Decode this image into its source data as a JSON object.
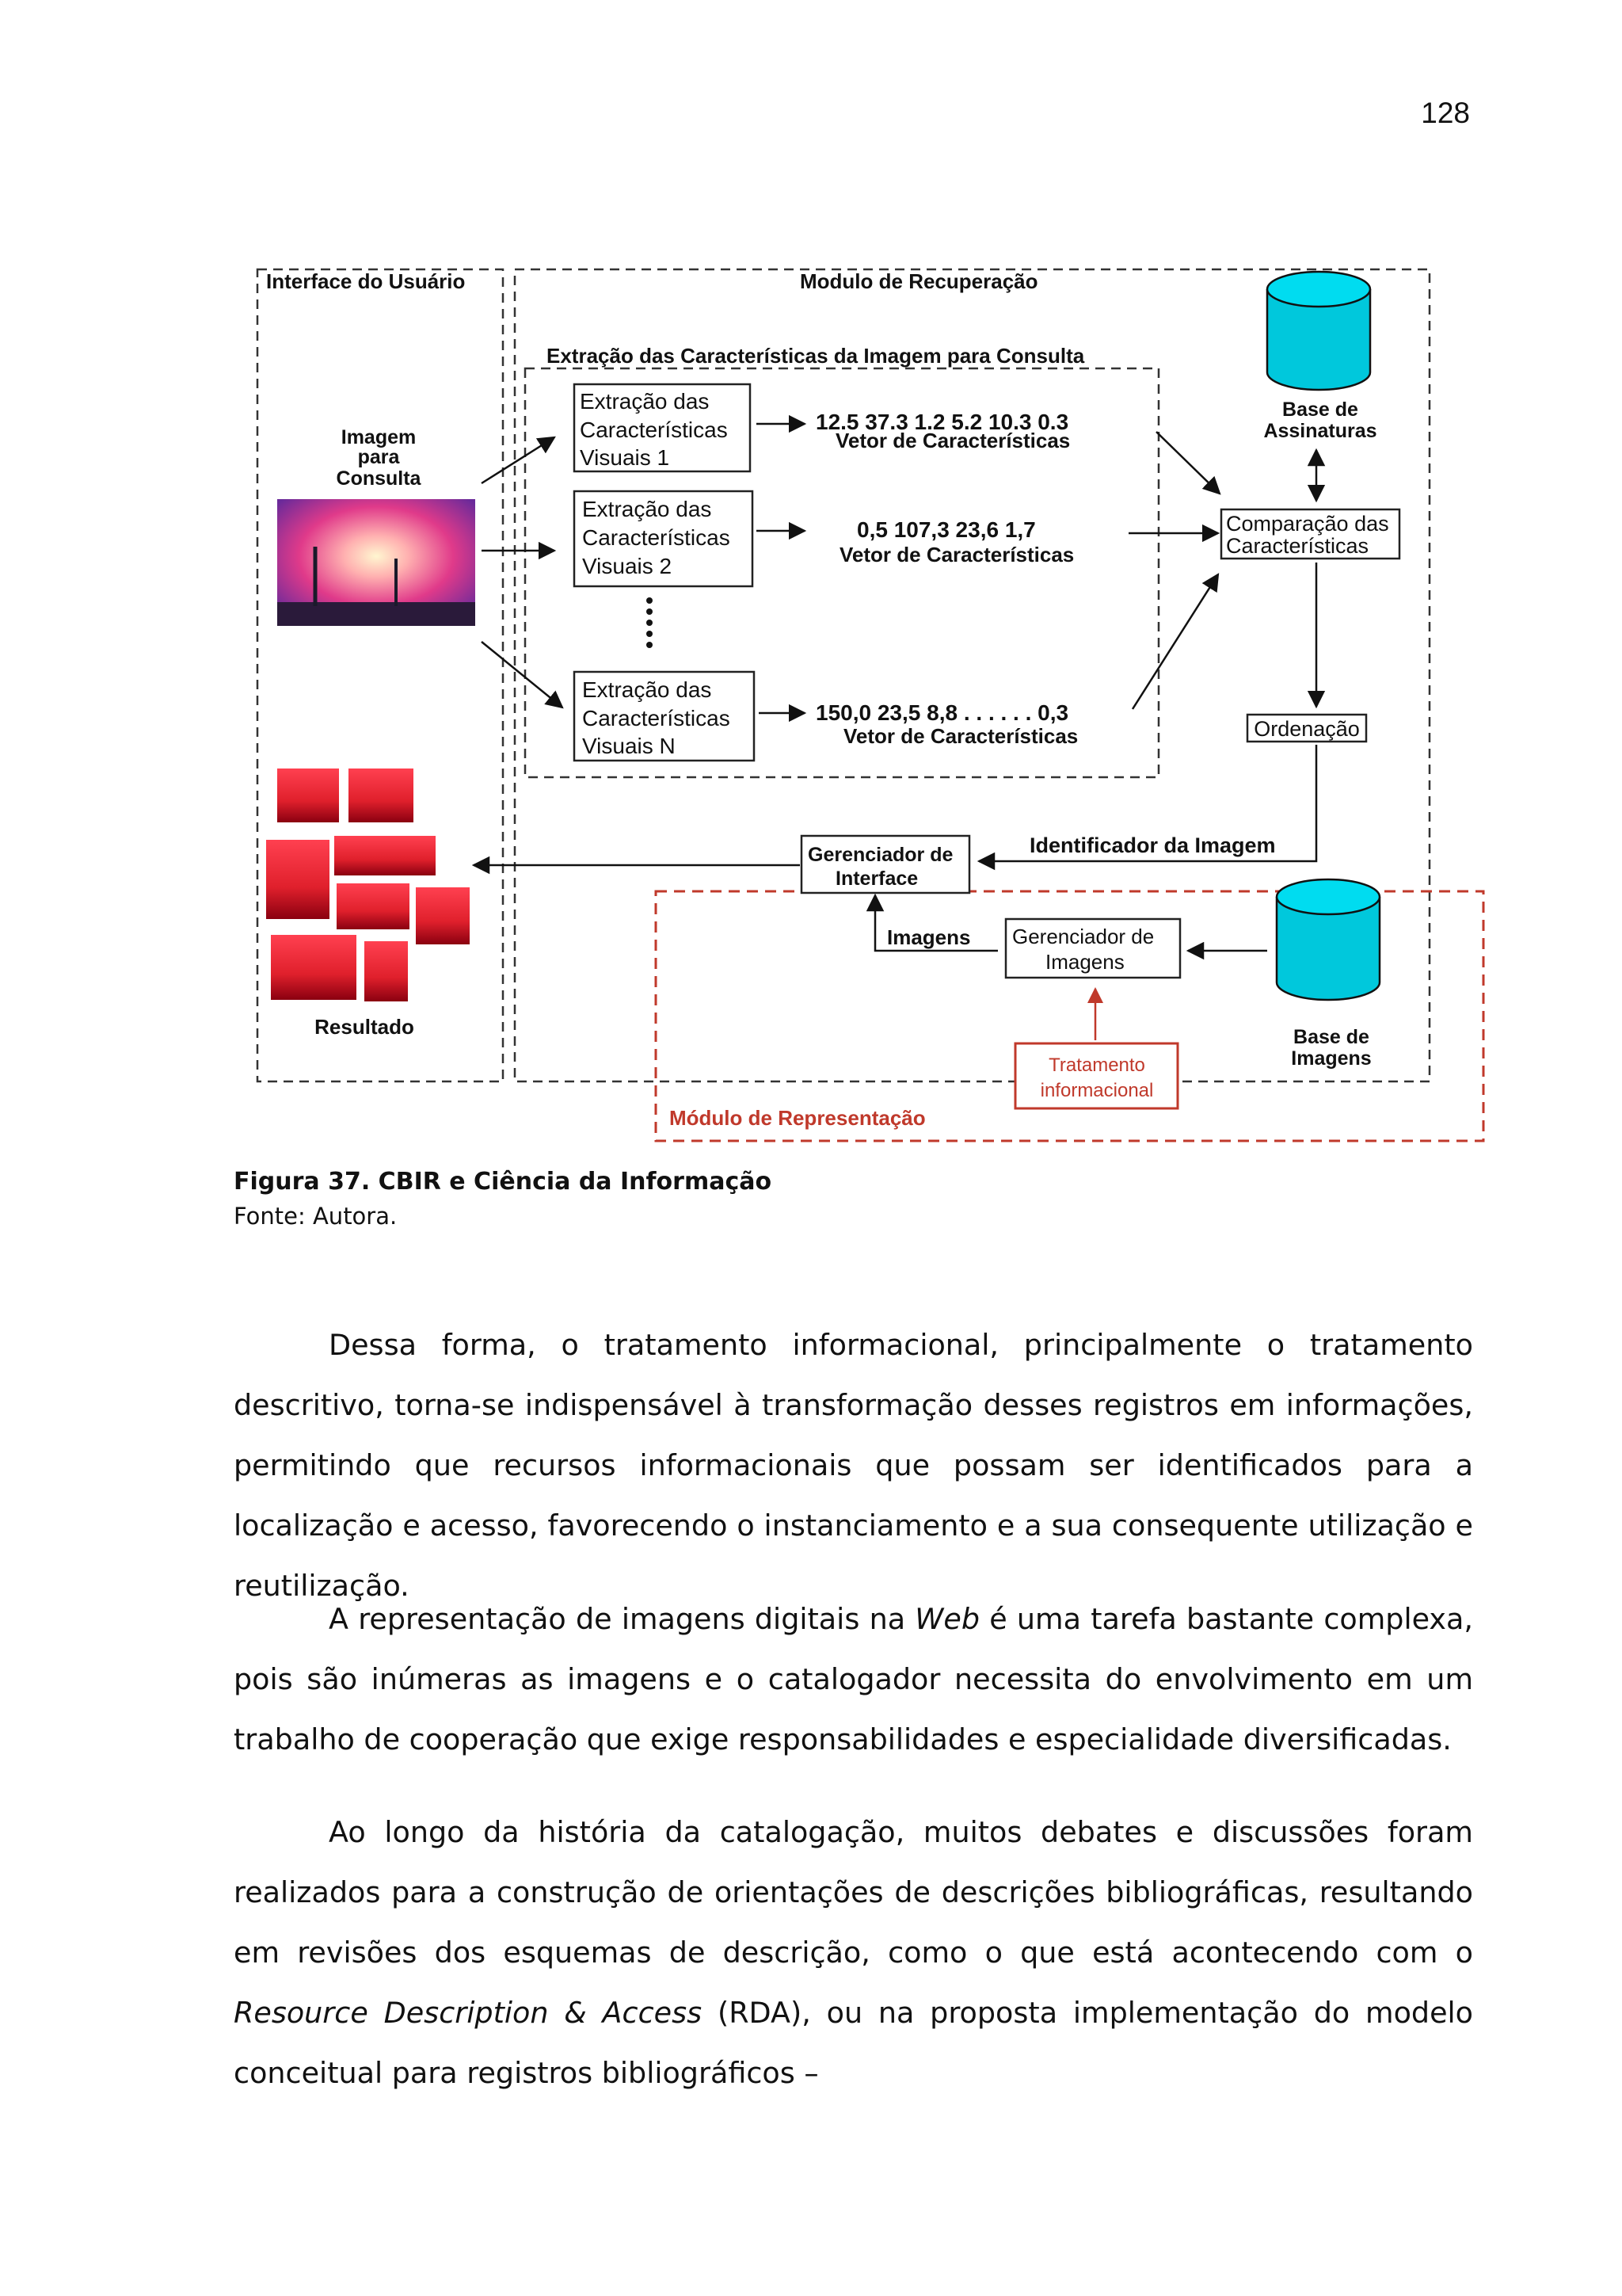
{
  "page_number": "128",
  "figure": {
    "user_interface_title": "Interface do Usuário",
    "retrieval_module_title": "Modulo de Recuperação",
    "extraction_group_title": "Extração das Características da Imagem para Consulta",
    "query_image_label": [
      "Imagem",
      "para",
      "Consulta"
    ],
    "extraction_boxes": [
      [
        "Extração das",
        "Características",
        "Visuais 1"
      ],
      [
        "Extração das",
        "Características",
        "Visuais 2"
      ],
      [
        "Extração das",
        "Características",
        "Visuais N"
      ]
    ],
    "vectors": [
      {
        "values": "12.5  37.3  1.2  5.2  10.3  0.3",
        "label": "Vetor de Características"
      },
      {
        "values": "0,5  107,3  23,6  1,7",
        "label": "Vetor de Características"
      },
      {
        "values": "150,0  23,5  8,8  . . . . . .  0,3",
        "label": "Vetor de Características"
      }
    ],
    "signature_db_label": [
      "Base de",
      "Assinaturas"
    ],
    "comparison_box": [
      "Comparação das",
      "Características"
    ],
    "ordering_box": "Ordenação",
    "image_identifier_label": "Identificador da Imagem",
    "interface_manager_box": [
      "Gerenciador de",
      "Interface"
    ],
    "images_label": "Imagens",
    "image_manager_box": [
      "Gerenciador de",
      "Imagens"
    ],
    "image_db_label": [
      "Base de",
      "Imagens"
    ],
    "info_treatment_box": [
      "Tratamento",
      "informacional"
    ],
    "representation_module_title": "Módulo de Representação",
    "result_label": "Resultado",
    "colors": {
      "database": "#00c8dc",
      "representation": "#c0392b",
      "image_red": "#e0202c",
      "image_glow": "#fff2c0"
    }
  },
  "caption": "Figura 37. CBIR e Ciência da Informação",
  "source": "Fonte: Autora.",
  "paragraphs": {
    "p1": "Dessa forma, o tratamento informacional, principalmente o tratamento descritivo, torna-se indispensável à transformação desses registros em informações, permitindo que recursos informacionais que possam ser identificados para a localização e acesso, favorecendo o instanciamento e a sua consequente utilização e reutilização.",
    "p2_before": "A representação de imagens digitais na ",
    "p2_em": "Web",
    "p2_after": " é uma tarefa bastante complexa, pois são inúmeras as imagens e o catalogador necessita do envolvimento em um trabalho de cooperação que exige responsabilidades e especialidade diversificadas.",
    "p3_before": "Ao longo da história da catalogação, muitos debates e discussões foram realizados para a construção de orientações de descrições bibliográficas, resultando em revisões dos esquemas de descrição, como o que está acontecendo com o ",
    "p3_em": "Resource Description & Access",
    "p3_after": " (RDA), ou na proposta implementação do modelo conceitual para registros bibliográficos –"
  }
}
